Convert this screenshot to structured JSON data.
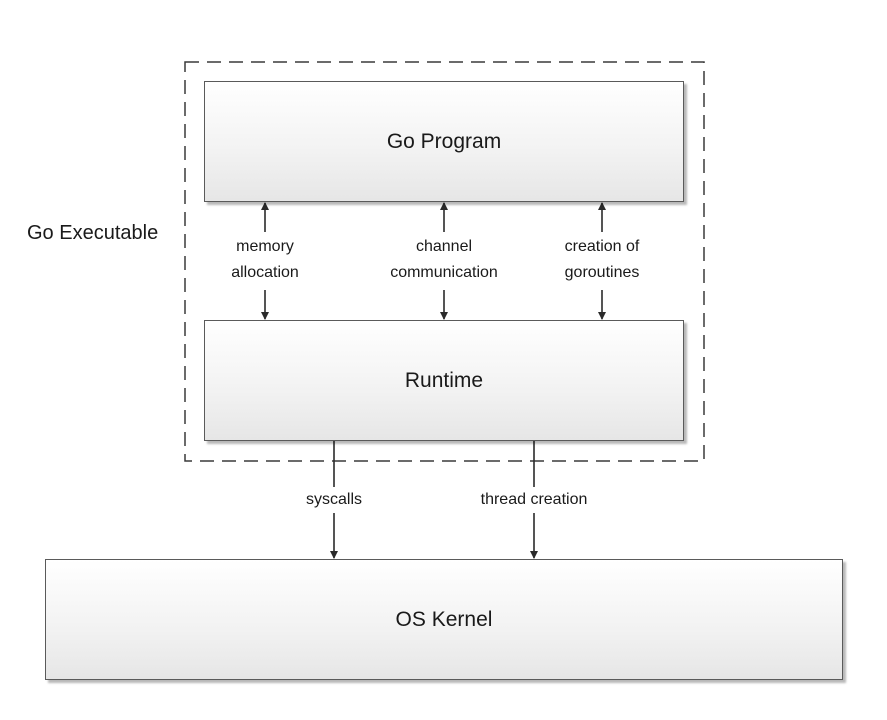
{
  "container": {
    "label": "Go Executable"
  },
  "boxes": {
    "go_program": "Go Program",
    "runtime": "Runtime",
    "os_kernel": "OS Kernel"
  },
  "connectors": {
    "program_runtime": [
      {
        "line1": "memory",
        "line2": "allocation"
      },
      {
        "line1": "channel",
        "line2": "communication"
      },
      {
        "line1": "creation of",
        "line2": "goroutines"
      }
    ],
    "runtime_kernel": [
      {
        "label": "syscalls"
      },
      {
        "label": "thread creation"
      }
    ]
  }
}
